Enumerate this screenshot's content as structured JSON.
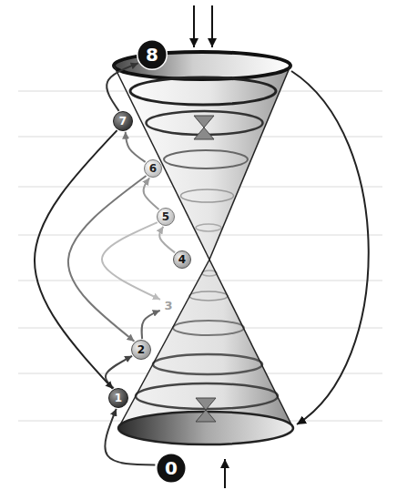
{
  "diagram": {
    "nodes": [
      {
        "text": [
          "8"
        ]
      },
      {
        "text": [
          "7"
        ]
      },
      {
        "text": [
          "6"
        ]
      },
      {
        "text": [
          "5"
        ]
      },
      {
        "text": [
          "4"
        ]
      },
      {
        "text": [
          "3"
        ]
      },
      {
        "text": [
          "2"
        ]
      },
      {
        "text": [
          "1"
        ]
      },
      {
        "text": [
          "0"
        ]
      }
    ],
    "edges": [
      {
        "from": 8,
        "to": 7,
        "arrow": "to"
      },
      {
        "from": 7,
        "to": 6,
        "arrow": "to"
      },
      {
        "from": 6,
        "to": 5,
        "arrow": "to"
      },
      {
        "from": 4,
        "to": 3,
        "arrow": "to"
      },
      {
        "from": 3,
        "to": 2,
        "arrow": "to"
      },
      {
        "from": 2,
        "to": 1,
        "arrow": "to"
      },
      {
        "from": 1,
        "to": 0,
        "arrow": "to"
      },
      {
        "from": 1,
        "to": 7,
        "arrow": "to"
      },
      {
        "from": 2,
        "to": 6,
        "arrow": "to"
      },
      {
        "from": 3,
        "to": 5,
        "arrow": "to"
      }
    ]
  }
}
